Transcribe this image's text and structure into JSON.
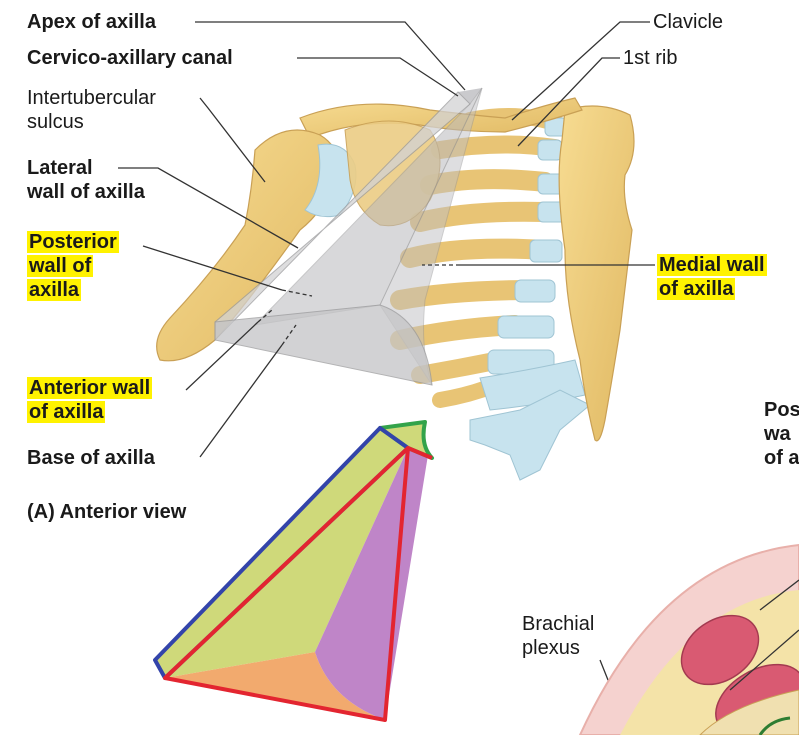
{
  "labels": {
    "apex": "Apex of axilla",
    "canal": "Cervico-axillary canal",
    "intertubercular_1": "Intertubercular",
    "intertubercular_2": "sulcus",
    "lateral_1": "Lateral",
    "lateral_2": "wall of axilla",
    "posterior_1": "Posterior",
    "posterior_2": "wall of",
    "posterior_3": "axilla",
    "anterior_1": "Anterior wall",
    "anterior_2": "of axilla",
    "base": "Base of axilla",
    "view": "(A) Anterior view",
    "clavicle": "Clavicle",
    "first_rib": "1st rib",
    "medial_1": "Medial wall",
    "medial_2": "of axilla",
    "cut_1": "Pos",
    "cut_2": "wa",
    "cut_3": "of a",
    "brachial_1": "Brachial",
    "brachial_2": "plexus"
  },
  "colors": {
    "highlight": "#fff200",
    "bone": "#f2cf7e",
    "cartilage": "#c7e3ee",
    "axilla_box": "#c9c9cb",
    "anterior_wall": "#cfd97a",
    "posterior_wall": "#f2aa6e",
    "medial_wall": "#bf85c8",
    "apex_outline": "#33a34a",
    "edge_blue": "#3344aa",
    "edge_red": "#e32530"
  }
}
